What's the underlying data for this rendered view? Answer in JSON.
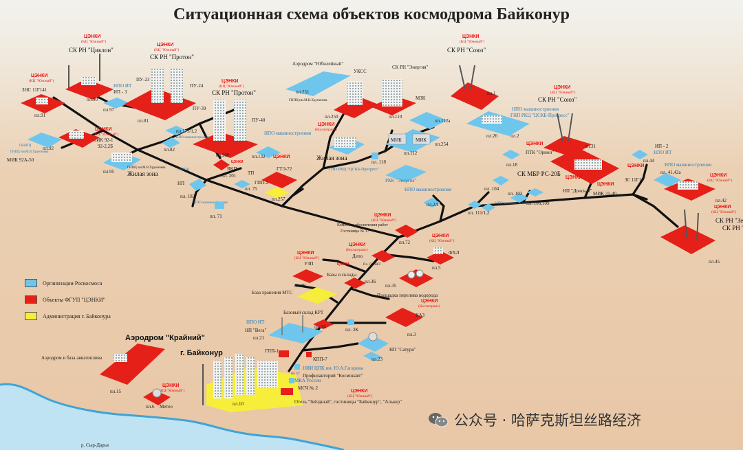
{
  "title": "Ситуационная схема объектов космодрома Байконур",
  "colors": {
    "roscosmos": "#6ec6ec",
    "fgup": "#e52019",
    "admin": "#f6ee3a",
    "road": "#111111",
    "river": "#3fa3d6"
  },
  "legend": [
    {
      "key": "roscosmos",
      "label": "Организации Роскосмоса"
    },
    {
      "key": "fgup",
      "label": "Объекты ФГУП \"ЦЭНКИ\""
    },
    {
      "key": "admin",
      "label": "Администрация г. Байконура"
    }
  ],
  "watermark": {
    "icon": "wechat-icon",
    "text": "公众号 · 哈萨克斯坦丝路经济"
  },
  "common": {
    "tsenki": "ЦЭНКИ",
    "tsenki_yuzhny": "(КЦ \"Южный\")",
    "tsenki_kosmotrans": "(Космотранс)",
    "npo": "НПО машиностроения",
    "npo_it": "НПО ИТ",
    "gnpc": "ГНПЦ им.М.В.Хруничева"
  },
  "labels": {
    "sk_tsiklon": "СК РН \"Циклон\"",
    "sk_proton_top": "СК РН \"Протон\"",
    "aerodrom_yubileiny": "Аэродром \"Юбилейный\"",
    "sk_energia": "СК РН \"Энергия\"",
    "ukss": "УКСС",
    "sk_soyuz_top": "СК РН \"Союз\"",
    "sk_soyuz_right": "СК РН \"Союз\"",
    "zns": "ЗНС 11Г141",
    "ip3": "ИП - 3",
    "pl90": "пл.90",
    "pl97": "пл.97",
    "pl91": "пл.91",
    "pu23": "ПУ-23",
    "pu24": "ПУ-24",
    "pu39": "ПУ-39",
    "pu40": "ПУ-40",
    "sk_proton_mid": "СК РН \"Протон\"",
    "pl81": "пл.81",
    "pl251": "пл.251",
    "pl250": "пл.250",
    "pl110": "пл.110",
    "mzk": "МЗК",
    "pl112a": "пл.112а",
    "pl112": "пл.112",
    "pl254": "пл.254",
    "mik_a": "МИК",
    "mik_b": "МИК",
    "pl1": "пл.1",
    "gnp_rkc": "ГНП РКЦ \"ЦСКБ-Прогресс\"",
    "pl26": "пл.26",
    "pl2": "пл.2",
    "mik92": "МИК 92-1",
    "mik92_2": "92-2,2Б",
    "pl92": "пл.92",
    "mik92a": "МИК 92А-50",
    "pl95": "пл.95",
    "zhil1": "Жилая зона",
    "pl175": "пл.175/1,2",
    "pl82": "пл.82",
    "pl200": "пл.200",
    "pl132": "пл.132",
    "vkp": "ВКП",
    "pl201": "пл. 201",
    "gte": "ГТЭ-72",
    "tp": "ТП",
    "gpp2": "ГПП-2",
    "pl75": "пл. 75",
    "pl257": "пл.257",
    "np1": "НП",
    "pl182": "пл. 182",
    "pl71": "пл. 71",
    "zhil2": "Жилая зона",
    "pl118": "пл. 118",
    "gnp2": "ГНП РКЦ \"ЦСКБ-Прогресс\"",
    "rkk": "РКК \"Энергия\"",
    "npo3": "НПО машиностроения",
    "pl2a": "пл.2А",
    "ptk": "ПТК \"Орион\"",
    "pl18": "пл.18",
    "pl31": "пл.31",
    "ip2": "ИП - 2",
    "pl44": "пл.44",
    "sk_mbr": "СК МБР РС-20Б",
    "pl104": "пл. 104",
    "pl103": "пл. 103",
    "pl106": "пл. 106,109",
    "pl111": "пл. 111/1,2",
    "np_donskaya": "НП \"Донская\"",
    "zs": "ЗС 11Г12",
    "mik31": "МИК 31-40",
    "pl41": "пл. 41,42а",
    "pl42": "пл.42",
    "sk_zenit": "СК РН \"Зенит\"",
    "pl45": "пл.45",
    "kompleks": "Комплекс обеспечения работ",
    "gost17": "Гостиница № 17",
    "pl72": "пл.72",
    "depo": "Депо",
    "pl17mzht": "Пл.17 МЖТ",
    "fhl": "ФХЛ",
    "pl5": "пл.5",
    "uzp": "УЗП",
    "bazy": "Базы и склады",
    "pl3k": "пл.3К",
    "pl3b": "пл.3Б",
    "pl35": "пл.35",
    "vodorod": "Площадка перелива водорода",
    "baza_mts": "База хранения МТС",
    "baz_sklad": "Базовый склад КРТ",
    "kaz": "КАЗ",
    "pl3a": "пл.3А",
    "pl3k2": "пл. 3К",
    "pl3": "пл.3",
    "np_vega": "НП \"Вега\"",
    "pl21": "пл.21",
    "np_saturn": "НП \"Сатурн\"",
    "pl23": "пл.23",
    "aerodrom_krainy": "Аэродром \"Крайний\"",
    "aerodrom_baza": "Аэродром и база авиатоплива",
    "baikonur": "г. Байконур",
    "gpp1": "ГПП-1",
    "kpp7": "КПП-7",
    "niiz": "НИИ ЦПК им. Ю.А.Гагарина",
    "prof": "Профилакторий \"Космонавт\"",
    "mka": "МКА России",
    "msch": "МСЧ № 2",
    "otel": "Отель \"Звёздный\", гостиницы \"Байконур\", \"Алькор\"",
    "pl15": "пл.15",
    "pl6": "пл.6",
    "meteo": "Метео",
    "pl10": "пл.10",
    "pl17": "пл. 17",
    "river": "р. Сыр-Дарья"
  }
}
